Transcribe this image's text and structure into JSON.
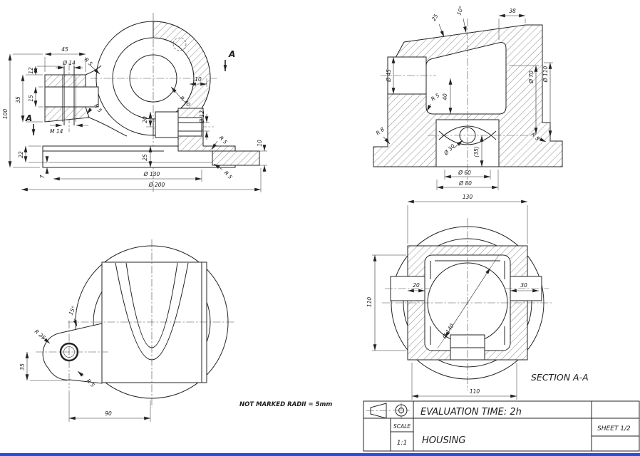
{
  "note": "NOT MARKED RADII = 5mm",
  "colors": {
    "line": "#232323",
    "background": "#ffffff",
    "bottom_bar": "#2a4be0"
  },
  "views": {
    "front": {
      "dim_45": "45",
      "dim_12": "12",
      "dia_14": "Ø 14",
      "r5_hub": "R 5",
      "dim_35": "35",
      "dim_15": "15",
      "thread": "M 14",
      "label_a_left": "A",
      "label_a_top": "A",
      "dim_100": "100",
      "dim_22": "22",
      "dim_7": "7",
      "dim_20": "20",
      "dim_25": "25",
      "dia_130": "Ø 130",
      "dia_200": "Ø 200",
      "dim_10_hub": "10",
      "r40": "R 40",
      "dia_12": "Ø 12",
      "r5_base_top": "R 5",
      "r5_base_bottom": "R 5",
      "dim_10_flange": "10",
      "r5_lug": "R 5"
    },
    "section_top": {
      "dim_38": "38",
      "angle": "10°",
      "dim_25": "25",
      "dia_45": "Ø 45",
      "dim_40": "40",
      "r5_cavity": "R 5",
      "r8": "R 8",
      "dia_30": "Ø 30",
      "ref_35": "(35)",
      "dia_60": "Ø 60",
      "dia_80": "Ø 80",
      "dia_70": "Ø 70",
      "dia_110": "Ø 110",
      "r5_flange": "R 5"
    },
    "top": {
      "angle": "15°",
      "r25": "R 25",
      "dim_35": "35",
      "r5": "R 5",
      "dim_90": "90"
    },
    "section_aa": {
      "label": "SECTION A-A",
      "dim_130": "130",
      "dim_110_left": "110",
      "dim_20": "20",
      "dim_30": "30",
      "dia_140": "Ø 140",
      "dim_110_bottom": "110"
    }
  },
  "title_block": {
    "evaluation": "EVALUATION TIME: 2h",
    "scale_label": "SCALE",
    "scale_value": "1:1",
    "part_name": "HOUSING",
    "sheet": "SHEET 1/2"
  }
}
